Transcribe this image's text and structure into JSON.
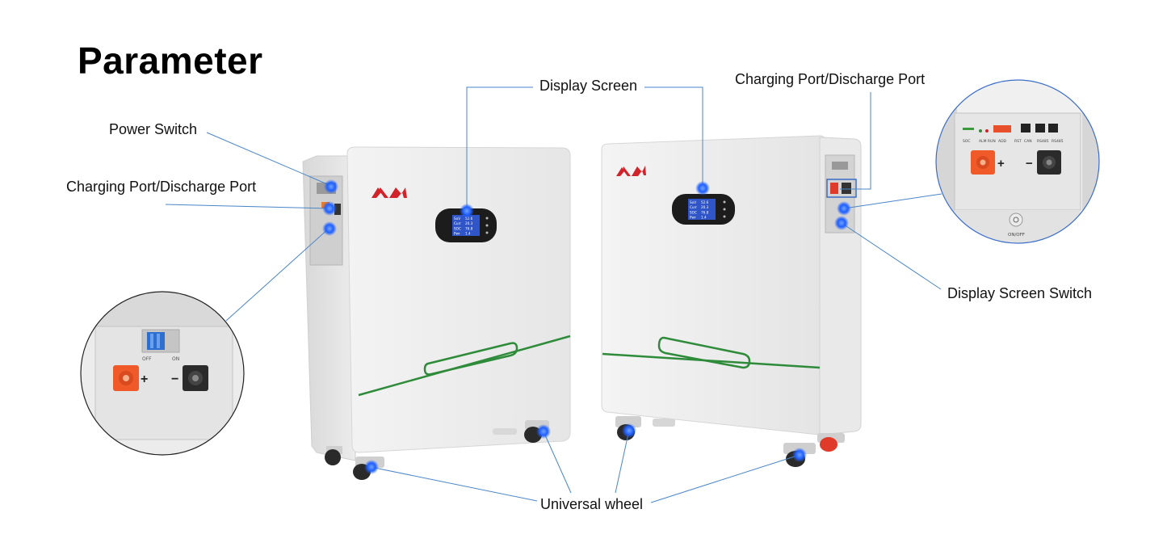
{
  "title": "Parameter",
  "callouts": {
    "power_switch": "Power Switch",
    "charging_port_left": "Charging Port/Discharge Port",
    "display_screen": "Display Screen",
    "charging_port_right": "Charging Port/Discharge Port",
    "display_screen_switch": "Display Screen Switch",
    "universal_wheel": "Universal wheel"
  },
  "left_zoom": {
    "off_label": "OFF",
    "on_label": "ON",
    "plus": "+",
    "minus": "−"
  },
  "right_zoom": {
    "port_labels": [
      "SOC",
      "ALM RUN",
      "ADD",
      "RST",
      "CAN",
      "RS485",
      "RS485"
    ],
    "plus": "+",
    "minus": "−",
    "onoff_label": "ON/OFF"
  },
  "lcd_rows": [
    [
      "SoV",
      "52.6"
    ],
    [
      "Curr",
      "20.3"
    ],
    [
      "SOC",
      "76.8"
    ],
    [
      "Pwr",
      "1.4"
    ]
  ],
  "colors": {
    "marker_blue": "#1f5fff",
    "leader_line": "#4a86c8",
    "stripe_green": "#2e8b3a",
    "brand_red": "#d2232a",
    "terminal_orange": "#f05a28"
  },
  "icons": {
    "logo": "brand-logo-icon",
    "marker": "blue-dot-marker-icon"
  }
}
